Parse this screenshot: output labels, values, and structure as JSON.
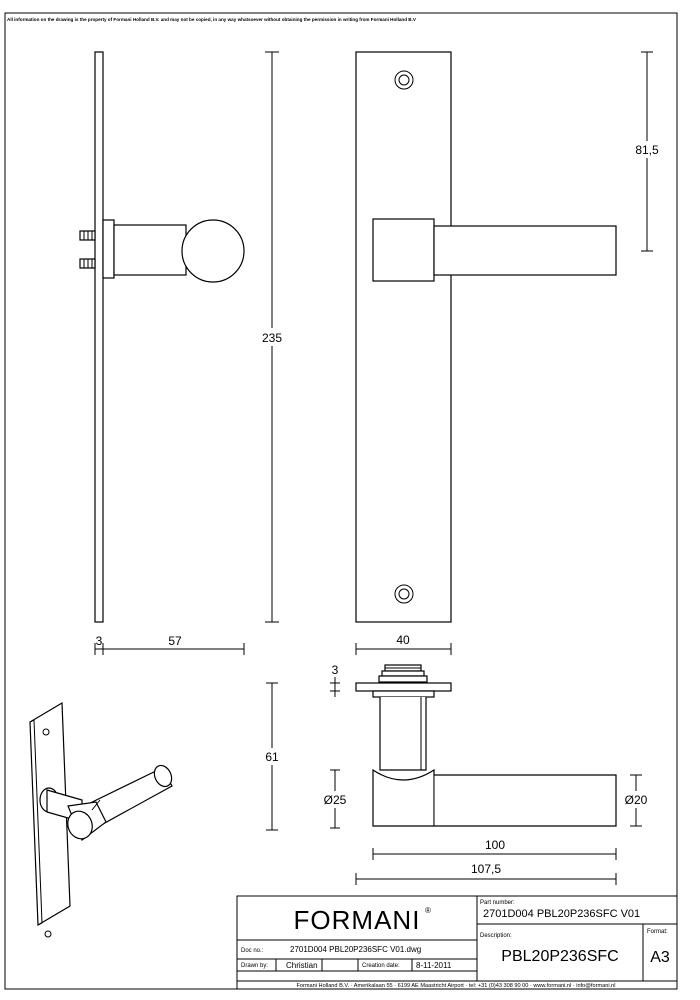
{
  "notice": "All information on the drawing is the property of Formani Holland B.V. and may not be copied, in any way whatsoever without obtaining the permission in writing from Formani Holland B.V",
  "dimensions": {
    "total_height": "235",
    "backplate_thickness": "3",
    "projection": "57",
    "plate_width": "40",
    "top_to_handle": "81,5",
    "rose_thickness": "3",
    "handle_height": "61",
    "rose_diameter": "Ø25",
    "lever_diameter": "Ø20",
    "lever_length": "100",
    "total_length": "107,5"
  },
  "title_block": {
    "brand": "FORMANI",
    "registered_mark": "®",
    "part_number_label": "Part number:",
    "part_number": "2701D004 PBL20P236SFC V01",
    "description_label": "Description:",
    "description": "PBL20P236SFC",
    "format_label": "Format:",
    "format": "A3",
    "doc_no_label": "Doc no.:",
    "doc_no": "2701D004 PBL20P236SFC V01.dwg",
    "drawn_by_label": "Drawn by:",
    "drawn_by": "Christian",
    "creation_date_label": "Creation date:",
    "creation_date": "8-11-2011",
    "footer": "Formani Holland B.V.  ·  Amerikalaan 55  ·  6199 AE Maastricht Airport  ·  tel: +31 (0)43 308 90 00  ·  www.formani.nl  ·  info@formani.nl"
  }
}
